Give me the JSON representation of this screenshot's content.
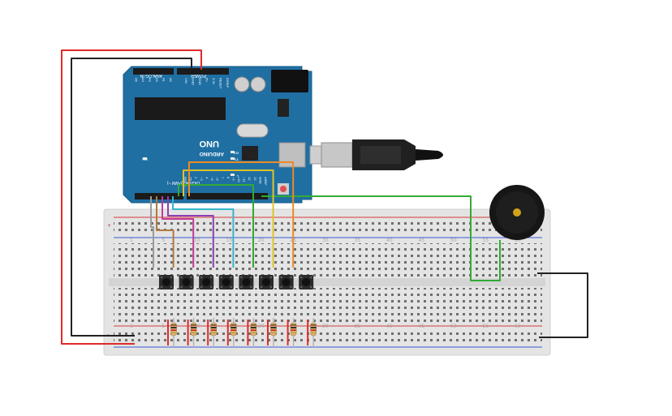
{
  "arduino": {
    "brand": "ARDUINO",
    "model": "UNO",
    "power_label": "POWER",
    "analog_label": "ANALOG IN",
    "digital_label": "DIGITAL (PWM ~)",
    "on_label": "ON",
    "tx_label": "TX",
    "rx_label": "RX",
    "l_label": "L",
    "power_pins": [
      "IOREF",
      "RESET",
      "3.3V",
      "5V",
      "GND",
      "GND",
      "VIN"
    ],
    "analog_pins": [
      "A0",
      "A1",
      "A2",
      "A3",
      "A4",
      "A5"
    ],
    "digital_pins": [
      "AREF",
      "GND",
      "13",
      "12",
      "~11",
      "~10",
      "~9",
      "8",
      "7",
      "~6",
      "~5",
      "4",
      "~3",
      "2",
      "TX→1",
      "RX←0"
    ]
  },
  "breadboard": {
    "column_numbers": [
      "1",
      "5",
      "10",
      "15",
      "20",
      "25",
      "30",
      "35",
      "40",
      "45",
      "50",
      "55",
      "60"
    ],
    "rail_markers": [
      "+",
      "-"
    ]
  },
  "components": {
    "pushbutton_count": 8,
    "resistor_count": 8
  },
  "colors": {
    "board": "#1f6fa3",
    "power_wire": "#e02a2a",
    "ground_wire": "#222222",
    "buzzer_wire": "#33aa33",
    "key_wires": [
      "#9b9b9b",
      "#b07a40",
      "#c23a9a",
      "#8e3fb0",
      "#36b6c9",
      "#33aa33",
      "#e0c228",
      "#ee8a22"
    ]
  },
  "icons": {
    "board": "arduino-uno-board",
    "connector": "usb-type-b-connector",
    "buzzer": "piezo-buzzer",
    "button": "pushbutton",
    "resistor": "resistor"
  }
}
